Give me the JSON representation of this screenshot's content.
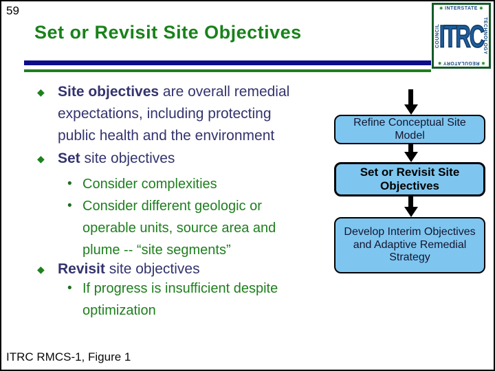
{
  "slide": {
    "number": "59",
    "title": "Set or Revisit Site Objectives",
    "footer": "ITRC RMCS-1, Figure 1"
  },
  "logo": {
    "top": "INTERSTATE",
    "right": "TECHNOLOGY",
    "bottom": "REGULATORY",
    "left": "COUNCIL",
    "center": "ITRC",
    "star": "✱"
  },
  "bullets": {
    "marker_diamond": "◆",
    "marker_dot": "•",
    "b1_lead": "Site objectives",
    "b1_rest": " are overall  remedial\nexpectations, including protecting\npublic health and the environment",
    "b2_lead": "Set",
    "b2_rest": " site objectives",
    "b2_sub1": "Consider complexities",
    "b2_sub2": "Consider different geologic or\noperable units, source area and\nplume -- “site segments”",
    "b3_lead": "Revisit",
    "b3_rest": " site objectives",
    "b3_sub1": "If progress is insufficient despite\noptimization"
  },
  "flowchart": {
    "boxes": [
      {
        "label": "Refine Conceptual Site\nModel",
        "emphasis": false
      },
      {
        "label": "Set or Revisit Site\nObjectives",
        "emphasis": true
      },
      {
        "label": "Develop Interim Objectives\nand Adaptive Remedial\nStrategy",
        "emphasis": false
      }
    ]
  },
  "colors": {
    "title_green": "#18821A",
    "body_navy": "#33336E",
    "sub_green": "#1E7E1E",
    "underline_navy": "#0D0D8C",
    "box_fill": "#7EC6F0",
    "logo_border_green": "#145A28",
    "logo_navy": "#174A80"
  }
}
